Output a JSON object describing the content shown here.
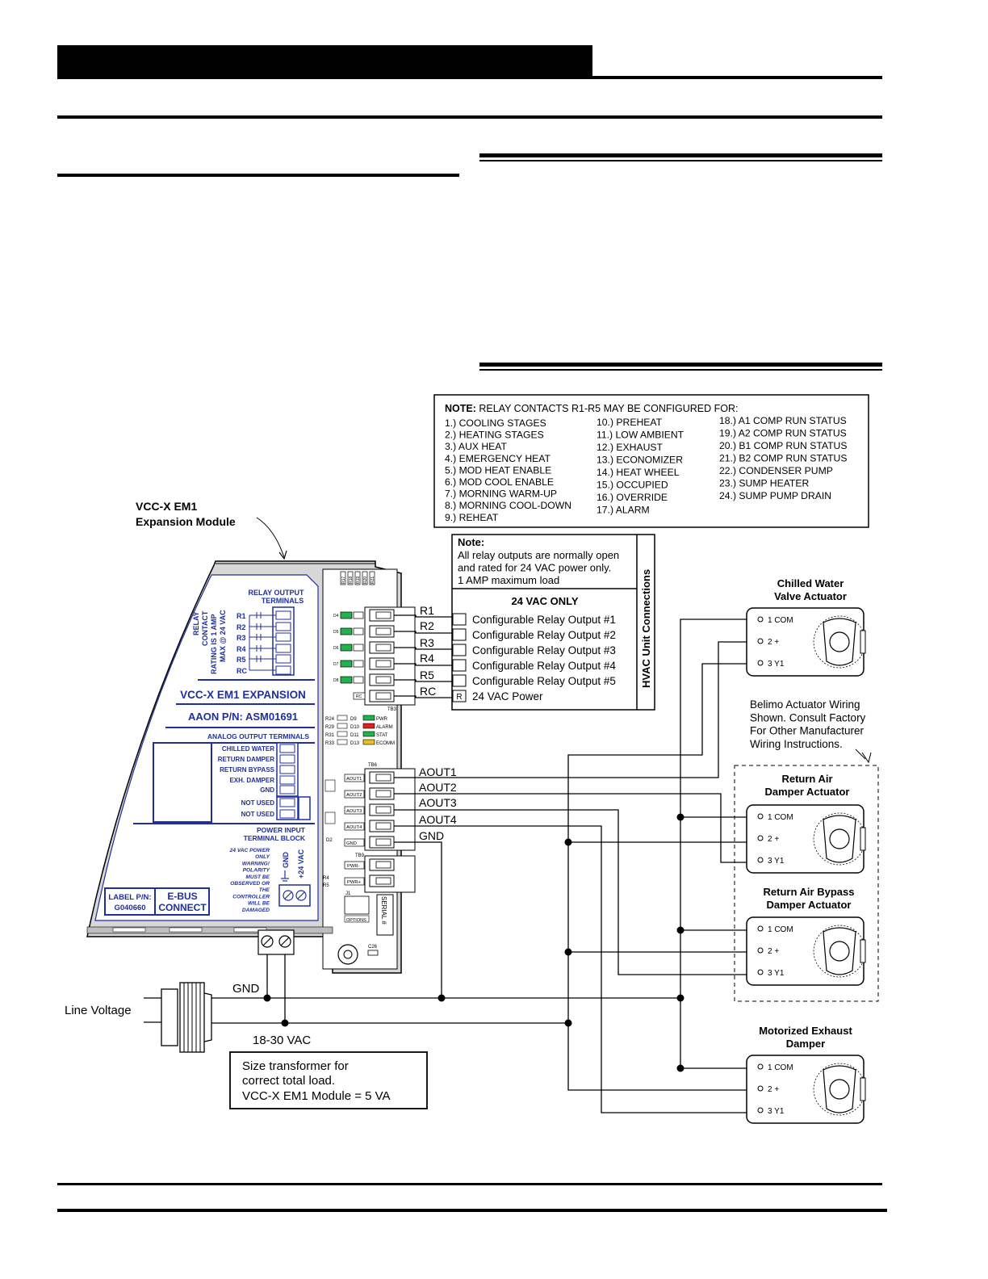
{
  "relay_note": {
    "title_bold": "NOTE:",
    "title_rest": " RELAY CONTACTS R1-R5 MAY BE CONFIGURED FOR:",
    "col1": [
      "1.) COOLING STAGES",
      "2.) HEATING STAGES",
      "3.) AUX HEAT",
      "4.) EMERGENCY HEAT",
      "5.) MOD HEAT ENABLE",
      "6.) MOD COOL ENABLE",
      "7.) MORNING WARM-UP",
      "8.) MORNING COOL-DOWN",
      "9.) REHEAT"
    ],
    "col2": [
      "10.) PREHEAT",
      "11.) LOW AMBIENT",
      "12.) EXHAUST",
      "13.) ECONOMIZER",
      "14.) HEAT WHEEL",
      "15.) OCCUPIED",
      "16.) OVERRIDE",
      "17.) ALARM"
    ],
    "col3": [
      "18.) A1 COMP RUN STATUS",
      "19.) A2 COMP RUN STATUS",
      "20.) B1 COMP RUN STATUS",
      "21.) B2 COMP RUN STATUS",
      "22.) CONDENSER PUMP",
      "23.) SUMP HEATER",
      "24.) SUMP PUMP DRAIN"
    ]
  },
  "hvac_box": {
    "note_title": "Note:",
    "note_lines": [
      "All relay outputs are normally open",
      "and rated for 24 VAC power only.",
      "1 AMP maximum load"
    ],
    "heading": "24 VAC ONLY",
    "side_label": "HVAC Unit Connections",
    "rows": [
      {
        "terminal": "R1",
        "label": "Configurable Relay Output #1",
        "box": ""
      },
      {
        "terminal": "R2",
        "label": "Configurable Relay Output #2",
        "box": ""
      },
      {
        "terminal": "R3",
        "label": "Configurable Relay Output #3",
        "box": ""
      },
      {
        "terminal": "R4",
        "label": "Configurable Relay Output #4",
        "box": ""
      },
      {
        "terminal": "R5",
        "label": "Configurable Relay Output #5",
        "box": ""
      },
      {
        "terminal": "RC",
        "label": "24 VAC Power",
        "box": "R"
      }
    ]
  },
  "module": {
    "callout": [
      "VCC-X EM1",
      "Expansion Module"
    ],
    "relay_terminals_title": [
      "RELAY OUTPUT",
      "TERMINALS"
    ],
    "relay_rating": [
      "RELAY",
      "CONTACT",
      "RATING IS 1 AMP",
      "MAX @ 24 VAC"
    ],
    "relay_labels": [
      "R1",
      "R2",
      "R3",
      "R4",
      "R5",
      "RC"
    ],
    "title": "VCC-X EM1 EXPANSION",
    "part_number": "AAON P/N:  ASM01691",
    "analog_title": "ANALOG OUTPUT TERMINALS",
    "analog_labels": [
      "CHILLED WATER",
      "RETURN DAMPER",
      "RETURN BYPASS",
      "EXH. DAMPER",
      "GND"
    ],
    "not_used": [
      "NOT USED",
      "NOT USED"
    ],
    "power_title": [
      "POWER INPUT",
      "TERMINAL BLOCK"
    ],
    "power_warning": [
      "24 VAC POWER",
      "ONLY",
      "WARNING!",
      "POLARITY",
      "MUST BE",
      "OBSERVED OR",
      "THE",
      "CONTROLLER",
      "WILL BE",
      "DAMAGED"
    ],
    "gnd_label": "GND",
    "vac_label": "+24 VAC",
    "label_pn": [
      "LABEL P/N:",
      "G040660"
    ],
    "ebus": [
      "E-BUS",
      "CONNECT"
    ]
  },
  "board": {
    "tb3": "TB3",
    "tb6": "TB6",
    "tb9": "TB9",
    "relay_res": [
      "R17",
      "R18",
      "R19",
      "R20",
      "R21"
    ],
    "led_rows": [
      {
        "res": "R24",
        "diode": "D9",
        "label": "PWR",
        "color": "#22b14c"
      },
      {
        "res": "R29",
        "diode": "D10",
        "label": "ALARM",
        "color": "#e02020"
      },
      {
        "res": "R31",
        "diode": "D11",
        "label": "STAT",
        "color": "#22b14c"
      },
      {
        "res": "R33",
        "diode": "D13",
        "label": "ECOMM",
        "color": "#e8c020"
      }
    ],
    "aout_silk": [
      "AOUT1",
      "AOUT2",
      "AOUT3",
      "AOUT4",
      "GND"
    ],
    "pwr_silk": [
      "PWR-",
      "PWR+"
    ],
    "serial": "SERIAL #",
    "options": "OPTIONS",
    "misc": [
      "J1",
      "C26",
      "D2",
      "R4",
      "R5"
    ]
  },
  "wires": {
    "relay": [
      "R1",
      "R2",
      "R3",
      "R4",
      "RC"
    ],
    "relay_r5": "R5",
    "aout": [
      "AOUT1",
      "AOUT2",
      "AOUT3",
      "AOUT4",
      "GND"
    ]
  },
  "actuators": [
    {
      "title": [
        "Chilled Water",
        "Valve Actuator"
      ],
      "pins": [
        "1  COM",
        "2  +",
        "3  Y1"
      ]
    },
    {
      "title": [
        "Return Air",
        "Damper Actuator"
      ],
      "pins": [
        "1  COM",
        "2  +",
        "3  Y1"
      ]
    },
    {
      "title": [
        "Return Air Bypass",
        "Damper Actuator"
      ],
      "pins": [
        "1  COM",
        "2  +",
        "3  Y1"
      ]
    },
    {
      "title": [
        "Motorized Exhaust",
        "Damper"
      ],
      "pins": [
        "1  COM",
        "2  +",
        "3  Y1"
      ]
    }
  ],
  "belimo_note": [
    "Belimo Actuator Wiring",
    "Shown. Consult Factory",
    "For Other Manufacturer",
    "Wiring Instructions."
  ],
  "power": {
    "gnd": "GND",
    "line_voltage": "Line Voltage",
    "vac": "18-30 VAC",
    "transformer_note": [
      "Size transformer for",
      "correct total load.",
      "VCC-X EM1 Module = 5 VA"
    ]
  },
  "colors": {
    "module_text": "#1f2f9e",
    "led_green": "#22b14c",
    "led_red": "#e02020",
    "led_yellow": "#e8c020"
  }
}
